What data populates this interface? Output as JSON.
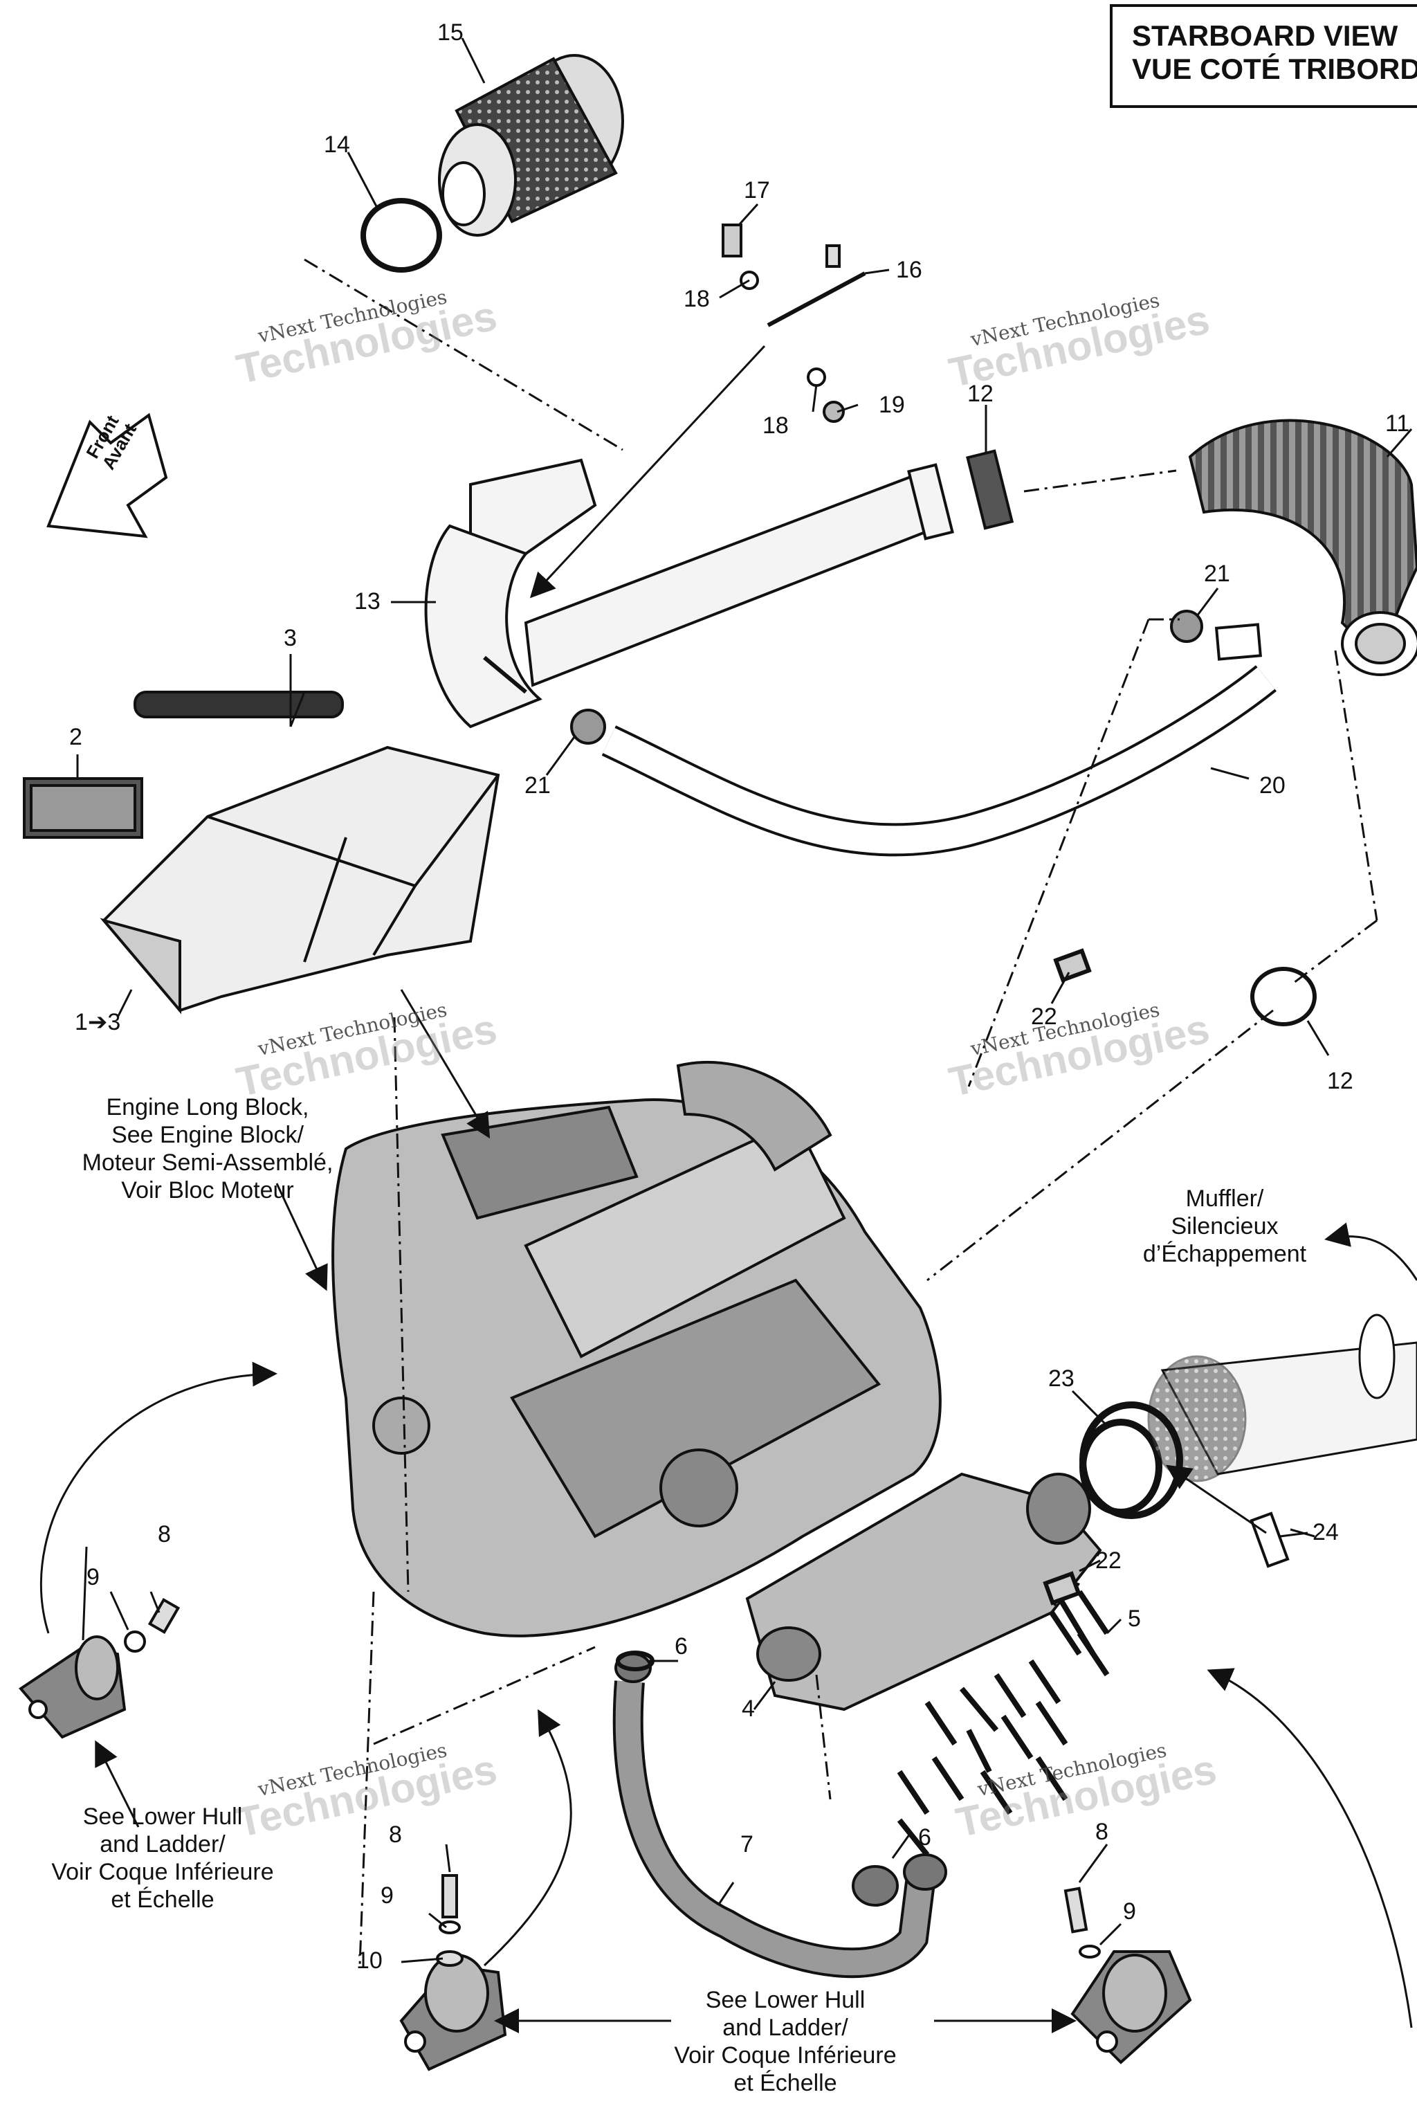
{
  "title": {
    "line1": "STARBOARD VIEW",
    "line2": "VUE COTÉ TRIBORD"
  },
  "front_arrow": {
    "line1": "Front",
    "line2": "Avant"
  },
  "watermark": {
    "line1": "vNext Technologies",
    "line2": "Technologies"
  },
  "part_numbers": {
    "p15": "15",
    "p14": "14",
    "p17": "17",
    "p16": "16",
    "p18a": "18",
    "p18b": "18",
    "p19": "19",
    "p12a": "12",
    "p11": "11",
    "p13": "13",
    "p3": "3",
    "p2": "2",
    "p13range": "1➔3",
    "p21a": "21",
    "p21b": "21",
    "p20": "20",
    "p22a": "22",
    "p12b": "12",
    "p23": "23",
    "p24": "24",
    "p22b": "22",
    "p5": "5",
    "p8a": "8",
    "p9a": "9",
    "p6a": "6",
    "p4": "4",
    "p7": "7",
    "p6b": "6",
    "p8b": "8",
    "p9b": "9",
    "p10": "10",
    "p8c": "8",
    "p9c": "9"
  },
  "notes": {
    "engine": [
      "Engine Long Block,",
      "See Engine Block/",
      "Moteur Semi-Assemblé,",
      "Voir Bloc Moteur"
    ],
    "muffler": [
      "Muffler/",
      "Silencieux",
      "d’Échappement"
    ],
    "lower_hull_left": [
      "See Lower Hull",
      "and Ladder/",
      "Voir Coque Inférieure",
      "et Échelle"
    ],
    "lower_hull_bottom": [
      "See Lower Hull",
      "and Ladder/",
      "Voir Coque Inférieure",
      "et Échelle"
    ]
  }
}
